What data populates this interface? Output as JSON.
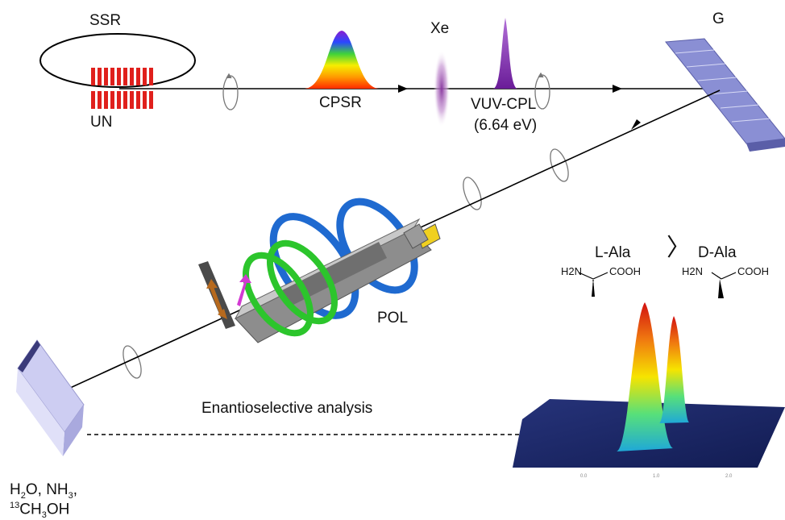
{
  "labels": {
    "ssr": "SSR",
    "un": "UN",
    "cpsr": "CPSR",
    "xe": "Xe",
    "vuv_cpl": "VUV-CPL",
    "energy": "(6.64 eV)",
    "grating": "G",
    "pol": "POL",
    "l_ala": "L-Ala",
    "d_ala": "D-Ala",
    "comparator": "〉",
    "analysis": "Enantioselective analysis"
  },
  "chemistry": {
    "left_amine": "H2N",
    "left_acid": "COOH",
    "right_amine": "H2N",
    "right_acid": "COOH"
  },
  "sample": {
    "line1_parts": [
      "H",
      "2",
      "O, NH",
      "3",
      ","
    ],
    "line2_parts": [
      "13",
      "CH",
      "3",
      "OH"
    ]
  },
  "colors": {
    "undulator": "#e0201c",
    "beam": "#000000",
    "grating": "#7c80c8",
    "coil_green": "#2cc52c",
    "coil_blue": "#1f6ad0",
    "vuv_peak": "#8a2fae",
    "sample_plate": "#c9c9f0",
    "chromatogram_floor": "#1d2a6e"
  }
}
